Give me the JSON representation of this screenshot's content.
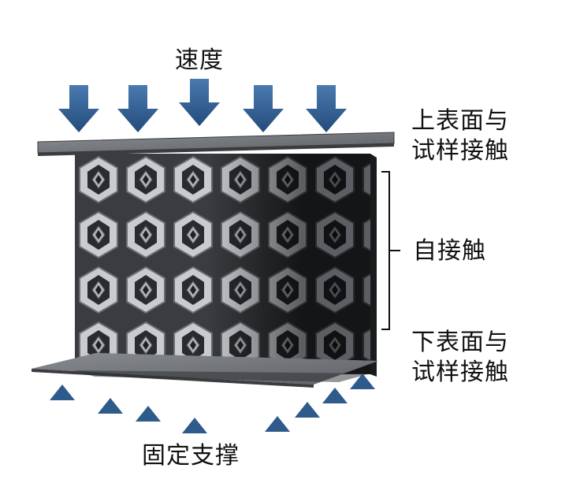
{
  "labels": {
    "velocity": "速度",
    "top_contact_line1": "上表面与",
    "top_contact_line2": "试样接触",
    "self_contact": "自接触",
    "bottom_contact_line1": "下表面与",
    "bottom_contact_line2": "试样接触",
    "fixed_support": "固定支撑"
  },
  "icons": {
    "arrow": "down-arrow-icon",
    "support": "triangle-support-icon"
  },
  "colors": {
    "arrow": "#2d5a8e",
    "support": "#2f5a8c",
    "plate_top": "#6f7276",
    "plate_edge": "#3a3c3f",
    "lattice_light": "#b9bcc0",
    "lattice_dark": "#2a2b2d"
  }
}
